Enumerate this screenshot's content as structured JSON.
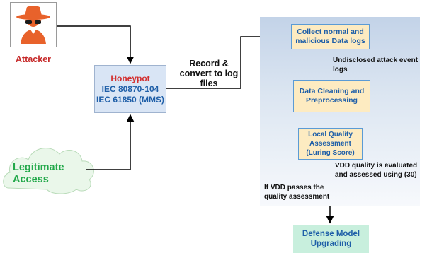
{
  "attacker": {
    "label": "Attacker",
    "icon": "spy-icon",
    "icon_color": "#e8622b"
  },
  "honeypot": {
    "title": "Honeypot",
    "line1": "IEC 80870-104",
    "line2": "IEC 61850 (MMS)"
  },
  "record_label": {
    "line1": "Record &",
    "line2": "convert to log",
    "line3": "files"
  },
  "legitimate": {
    "line1": "Legitimate",
    "line2": "Access"
  },
  "pipeline": {
    "collect": {
      "line1": "Collect normal and",
      "line2": "malicious Data logs"
    },
    "undisclosed": {
      "line1": "Undisclosed attack event",
      "line2": "logs"
    },
    "cleaning": {
      "line1": "Data Cleaning and",
      "line2": "Preprocessing"
    },
    "quality": {
      "line1": "Local Quality",
      "line2": "Assessment",
      "line3": "(Luring Score)"
    },
    "vdd_eval": {
      "line1": "VDD quality is evaluated",
      "line2": "and assessed using (30)"
    },
    "vdd_pass": {
      "line1": "If VDD passes the",
      "line2": "quality assessment"
    }
  },
  "defense": {
    "line1": "Defense Model",
    "line2": "Upgrading"
  },
  "colors": {
    "attacker_red": "#c62828",
    "honeypot_blue": "#1f5fa8",
    "legit_green": "#22a84a",
    "process_fill": "#fdebc1",
    "defense_fill": "#c8efdd"
  }
}
